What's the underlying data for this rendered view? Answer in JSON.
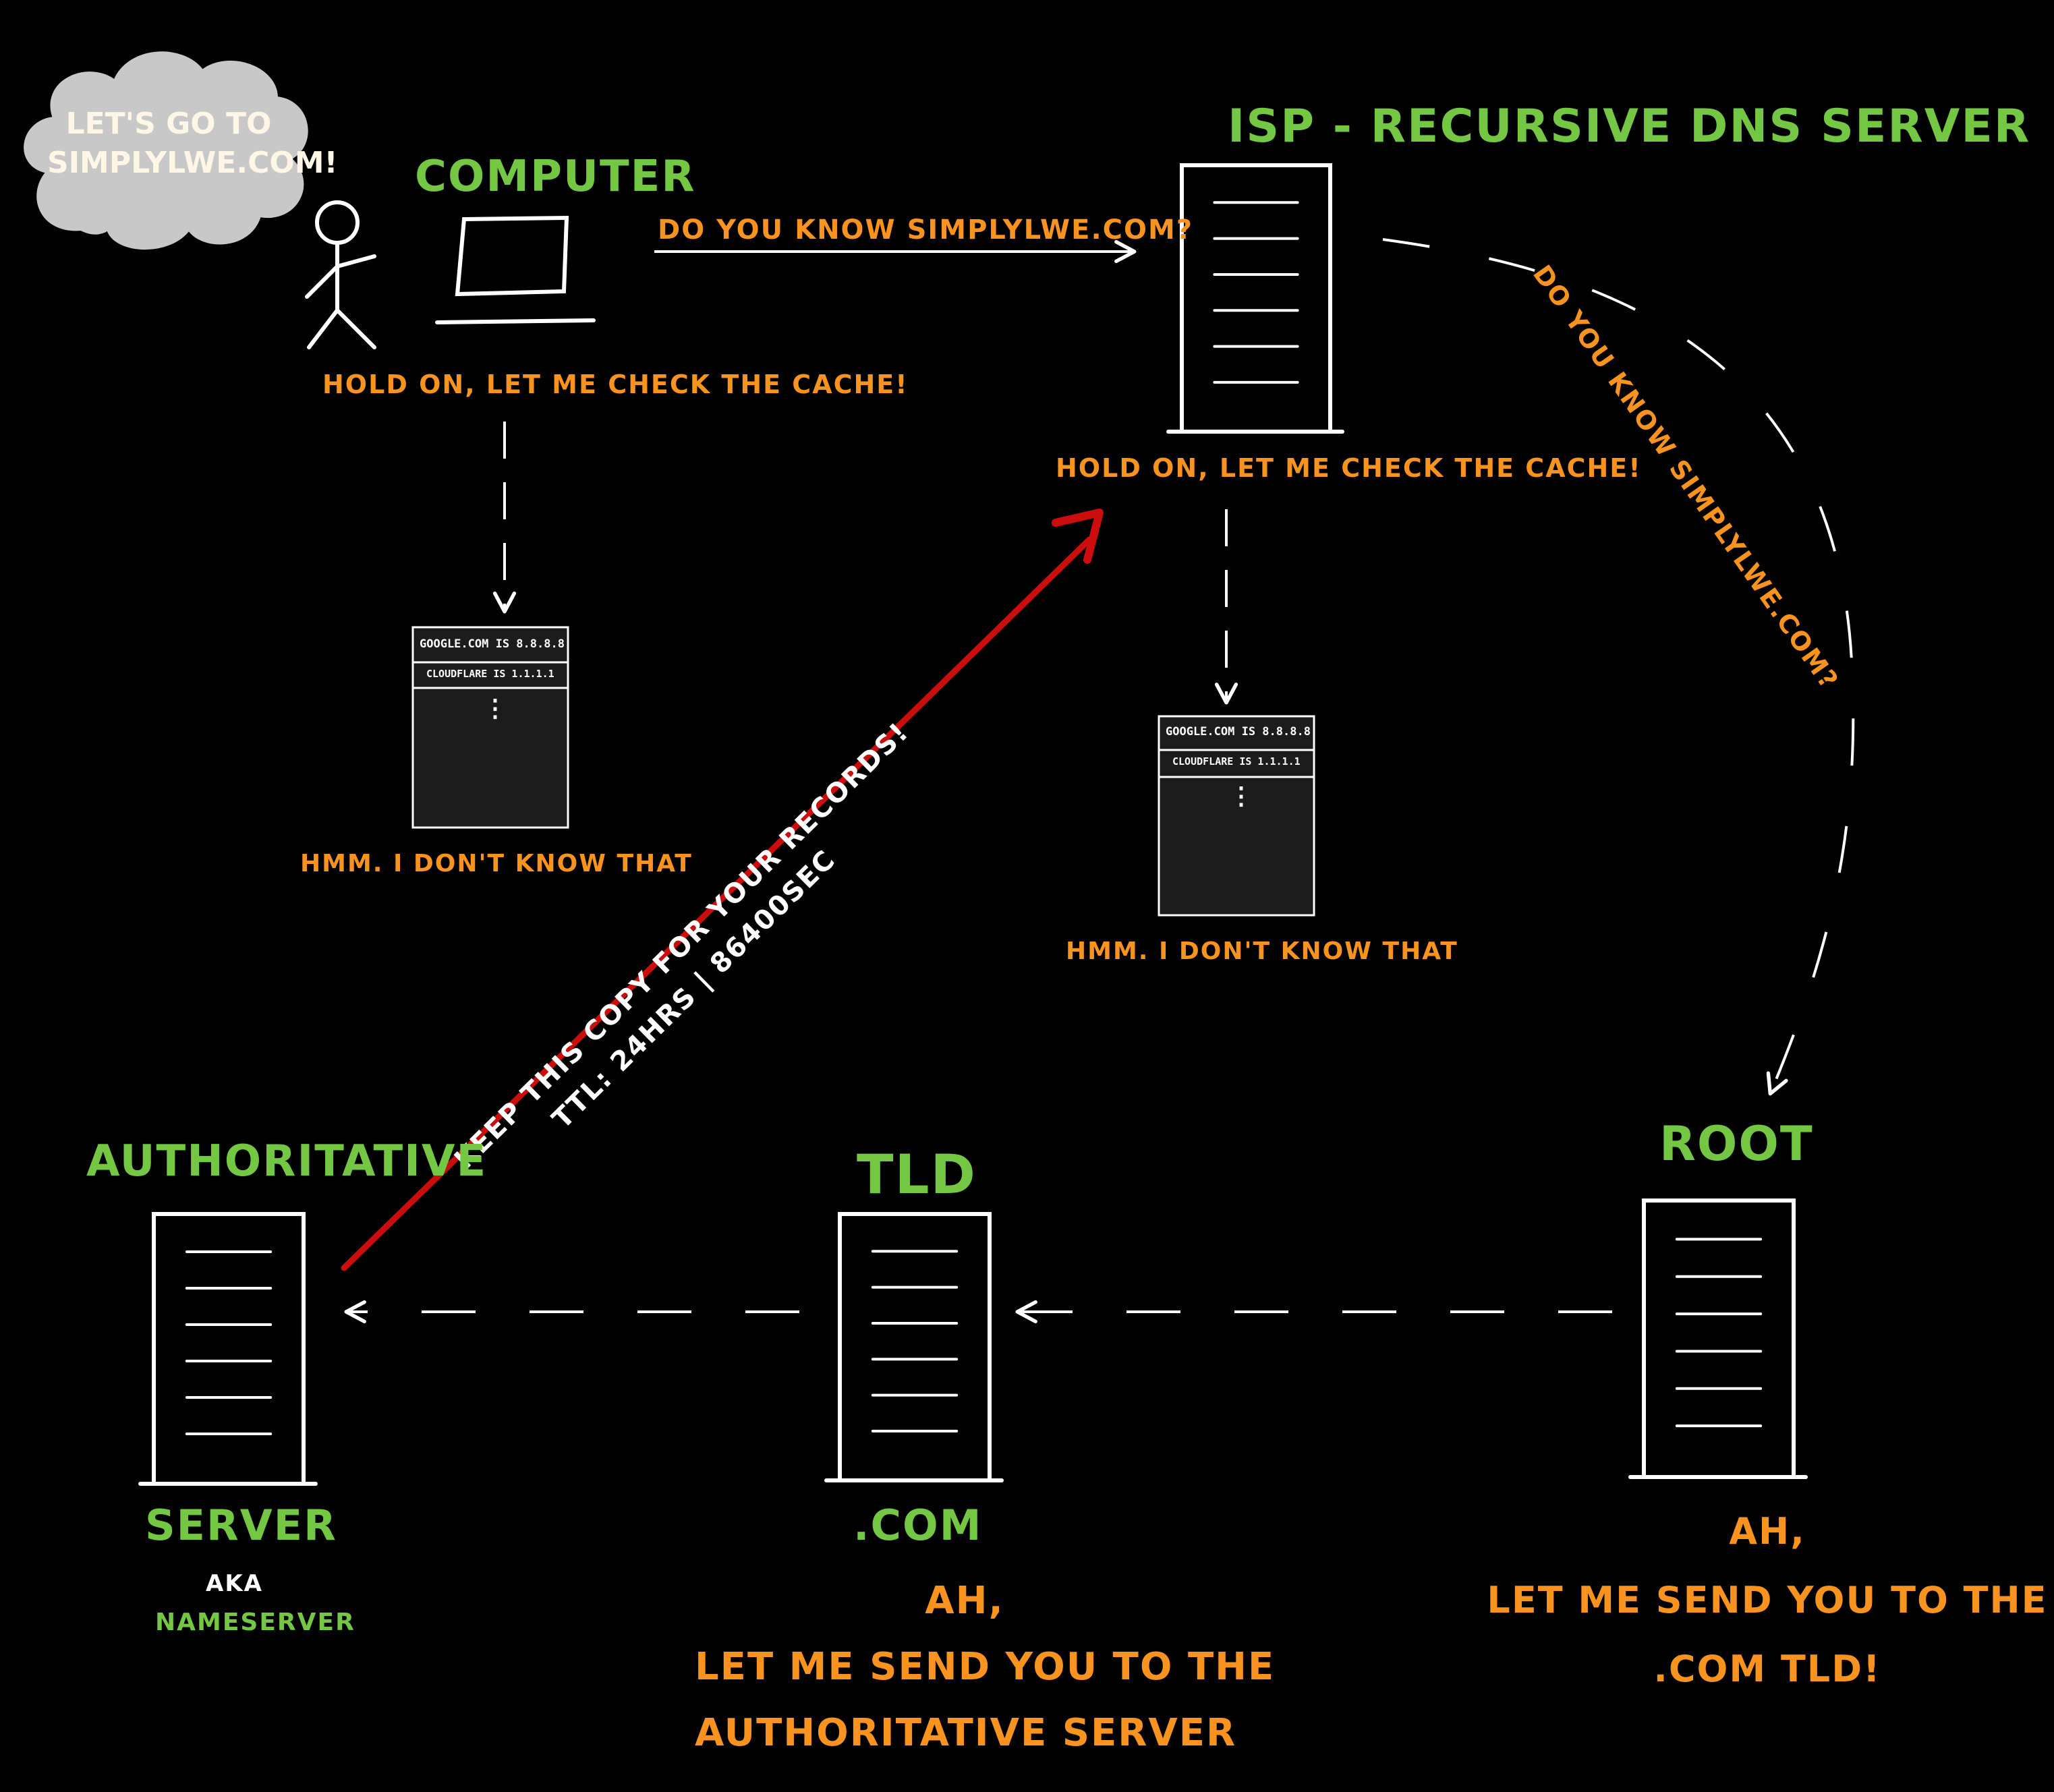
{
  "colors": {
    "background": "#000000",
    "green": "#74c742",
    "orange": "#f7931e",
    "white": "#ffffff",
    "red_arrow": "#cc0d0d",
    "cloud": "#c8c8c8"
  },
  "thought_bubble": {
    "line1": "LET'S GO TO",
    "line2": "SIMPLYLWE.COM!"
  },
  "computer": {
    "title": "COMPUTER",
    "query": "DO YOU KNOW SIMPLYLWE.COM?",
    "check_cache": "HOLD ON, LET ME CHECK THE CACHE!",
    "unknown": "HMM. I DON'T KNOW THAT"
  },
  "isp": {
    "title": "ISP - RECURSIVE DNS SERVER",
    "check_cache": "HOLD ON, LET ME CHECK THE CACHE!",
    "unknown": "HMM. I DON'T KNOW THAT",
    "query_to_root": "DO YOU KNOW SIMPLYLWE.COM?"
  },
  "cache_table": {
    "rows": [
      "GOOGLE.COM IS 8.8.8.8",
      "CLOUDFLARE IS 1.1.1.1"
    ],
    "ellipsis": "⋮"
  },
  "root": {
    "title": "ROOT",
    "reply_line1": "AH,",
    "reply_line2": "LET ME SEND YOU TO THE",
    "reply_line3": ".COM TLD!"
  },
  "tld": {
    "title": "TLD",
    "subtitle": ".COM",
    "reply_line1": "AH,",
    "reply_line2": "LET ME SEND YOU TO THE",
    "reply_line3": "AUTHORITATIVE SERVER"
  },
  "authoritative": {
    "title": "AUTHORITATIVE",
    "subtitle": "SERVER",
    "aka": "AKA",
    "nameserver": "NAMESERVER"
  },
  "response_arrow": {
    "line1": "KEEP THIS COPY FOR YOUR RECORDS!",
    "line2": "TTL: 24HRS | 86400SEC"
  },
  "icons": {
    "user": "stick-figure-icon",
    "computer": "laptop-icon",
    "server": "server-rack-icon",
    "cache": "cache-table-icon",
    "thought": "thought-cloud-icon"
  }
}
